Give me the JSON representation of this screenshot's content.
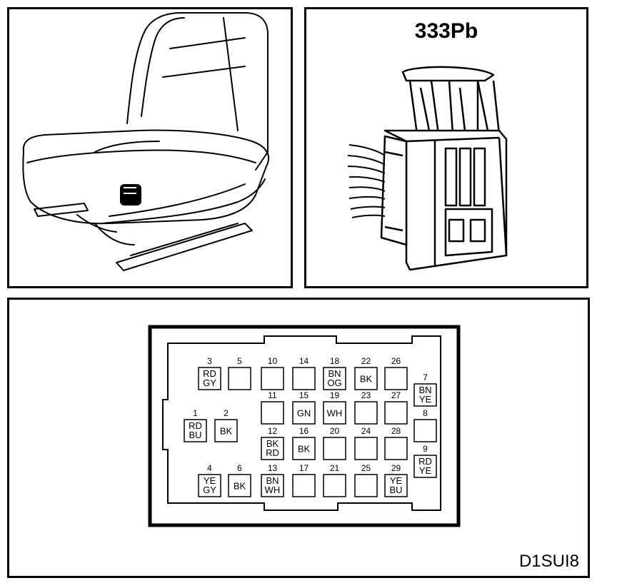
{
  "connector": {
    "title": "333Pb"
  },
  "figure_code": "D1SUI8",
  "pins": [
    {
      "num": "3",
      "colors": [
        "RD",
        "GY"
      ]
    },
    {
      "num": "5",
      "colors": []
    },
    {
      "num": "10",
      "colors": []
    },
    {
      "num": "14",
      "colors": []
    },
    {
      "num": "18",
      "colors": [
        "BN",
        "OG"
      ]
    },
    {
      "num": "22",
      "colors": [
        "BK"
      ]
    },
    {
      "num": "26",
      "colors": []
    },
    {
      "num": "7",
      "colors": [
        "BN",
        "YE"
      ]
    },
    {
      "num": "11",
      "colors": []
    },
    {
      "num": "15",
      "colors": [
        "GN"
      ]
    },
    {
      "num": "19",
      "colors": [
        "WH"
      ]
    },
    {
      "num": "23",
      "colors": []
    },
    {
      "num": "27",
      "colors": []
    },
    {
      "num": "1",
      "colors": [
        "RD",
        "BU"
      ]
    },
    {
      "num": "2",
      "colors": [
        "BK"
      ]
    },
    {
      "num": "8",
      "colors": []
    },
    {
      "num": "12",
      "colors": [
        "BK",
        "RD"
      ]
    },
    {
      "num": "16",
      "colors": [
        "BK"
      ]
    },
    {
      "num": "20",
      "colors": []
    },
    {
      "num": "24",
      "colors": []
    },
    {
      "num": "28",
      "colors": []
    },
    {
      "num": "9",
      "colors": [
        "RD",
        "YE"
      ]
    },
    {
      "num": "4",
      "colors": [
        "YE",
        "GY"
      ]
    },
    {
      "num": "6",
      "colors": [
        "BK"
      ]
    },
    {
      "num": "13",
      "colors": [
        "BN",
        "WH"
      ]
    },
    {
      "num": "17",
      "colors": []
    },
    {
      "num": "21",
      "colors": []
    },
    {
      "num": "25",
      "colors": []
    },
    {
      "num": "29",
      "colors": [
        "YE",
        "BU"
      ]
    }
  ]
}
